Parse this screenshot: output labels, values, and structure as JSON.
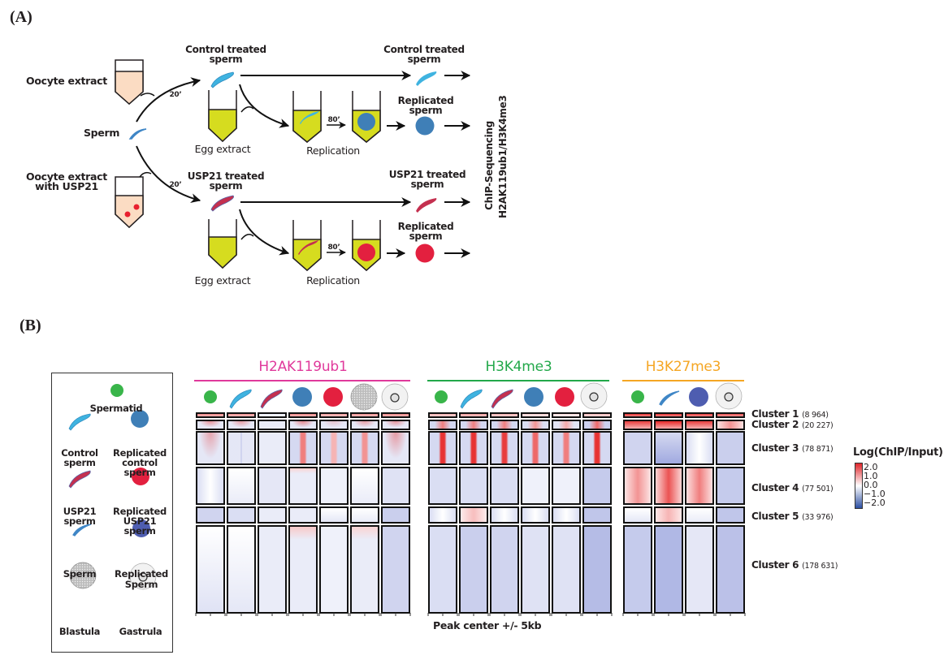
{
  "panel_a": {
    "label": "(A)",
    "oocyte_extract": "Oocyte extract",
    "oocyte_extract_usp21": [
      "Oocyte extract",
      "with USP21"
    ],
    "sperm": "Sperm",
    "time_20": "20’",
    "time_80": "80’",
    "control_treated_sperm": [
      "Control treated",
      "sperm"
    ],
    "usp21_treated_sperm": [
      "USP21 treated",
      "sperm"
    ],
    "egg_extract": "Egg extract",
    "replication": "Replication",
    "replicated_sperm": [
      "Replicated",
      "sperm"
    ],
    "chip_seq": [
      "ChIP-Sequencing",
      "H2AK119ub1/H3K4me3"
    ],
    "colors": {
      "oocyte_extract": "#fbdcc3",
      "egg_extract": "#d6dc1f",
      "replicated_control": "#3f7fb7",
      "replicated_usp21": "#e3203f",
      "usp21_dot": "#e8202f",
      "sperm_blue": "#3f86c6",
      "control_sperm_cyan": "#3fb3e0"
    }
  },
  "panel_b": {
    "label": "(B)",
    "legend": {
      "spermatid": "Spermatid",
      "control_sperm": [
        "Control",
        "sperm"
      ],
      "replicated_control_sperm": [
        "Replicated",
        "control",
        "sperm"
      ],
      "usp21_sperm": [
        "USP21",
        "sperm"
      ],
      "replicated_usp21_sperm": [
        "Replicated",
        "USP21",
        "sperm"
      ],
      "sperm": "Sperm",
      "replicated_sperm": [
        "Replicated",
        "Sperm"
      ],
      "blastula": "Blastula",
      "gastrula": "Gastrula"
    },
    "marks": [
      {
        "name": "H2AK119ub1",
        "color": "#e0399b",
        "samples": [
          "Spermatid",
          "Control sperm",
          "USP21 sperm",
          "Replicated control sperm",
          "Replicated USP21 sperm",
          "Blastula",
          "Gastrula"
        ]
      },
      {
        "name": "H3K4me3",
        "color": "#22a84a",
        "samples": [
          "Spermatid",
          "Control sperm",
          "USP21 sperm",
          "Replicated control sperm",
          "Replicated USP21 sperm",
          "Gastrula"
        ]
      },
      {
        "name": "H3K27me3",
        "color": "#f5a623",
        "samples": [
          "Spermatid",
          "Sperm",
          "Replicated Sperm",
          "Gastrula"
        ]
      }
    ],
    "clusters": [
      {
        "name": "Cluster 1",
        "count": "(8 964)"
      },
      {
        "name": "Cluster 2",
        "count": "(20 227)"
      },
      {
        "name": "Cluster 3",
        "count": "(78 871)"
      },
      {
        "name": "Cluster 4",
        "count": "(77 501)"
      },
      {
        "name": "Cluster 5",
        "count": "(33 976)"
      },
      {
        "name": "Cluster 6",
        "count": "(178 631)"
      }
    ],
    "x_axis_label": "Peak center +/- 5kb",
    "colorbar": {
      "title": "Log(ChIP/Input)",
      "ticks": [
        "2.0",
        "1.0",
        "0.0",
        "−1.0",
        "−2.0"
      ],
      "range": [
        -2.0,
        2.0
      ],
      "low_color": "#2b4ea2",
      "mid_color": "#ffffff",
      "high_color": "#e0262b"
    }
  }
}
